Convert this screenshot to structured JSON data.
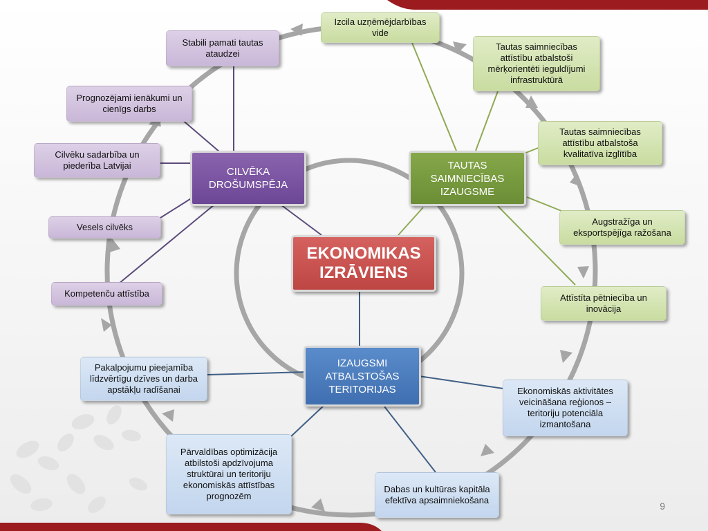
{
  "center": "EKONOMIKAS IZRĀVIENS",
  "hubs": {
    "security": "CILVĒKA DROŠUMSPĒJA",
    "growth": "TAUTAS SAIMNIECĪBAS IZAUGSME",
    "territories": "IZAUGSMI ATBALSTOŠAS TERITORIJAS"
  },
  "security_items": [
    "Stabili pamati tautas ataudzei",
    "Prognozējami ienākumi un cienīgs darbs",
    "Cilvēku sadarbība un piederība Latvijai",
    "Vesels cilvēks",
    "Kompetenču attīstība"
  ],
  "growth_items": [
    "Izcila uzņēmējdarbības vide",
    "Tautas saimniecības attīstību atbalstoši mērķorientēti ieguldījumi infrastruktūrā",
    "Tautas saimniecības attīstību atbalstoša kvalitatīva izglītība",
    "Augstražīga un eksportspējīga ražošana",
    "Attīstīta pētniecība un inovācija"
  ],
  "territory_items": [
    "Pakalpojumu pieejamība līdzvērtīgu dzīves un darba apstākļu radīšanai",
    "Pārvaldības optimizācija atbilstoši apdzīvojuma struktūrai un teritoriju ekonomiskās attīstības prognozēm",
    "Dabas un kultūras kapitāla efektīva apsaimniekošana",
    "Ekonomiskās aktivitātes veicināšana reģionos – teritoriju potenciāla izmantošana"
  ],
  "page_number": "9",
  "colors": {
    "brand_red": "#9b1b1e",
    "green_hub": "#77973d",
    "purple_hub": "#7b56a1",
    "blue_hub": "#4a7ebf",
    "center_red": "#c9504d"
  }
}
